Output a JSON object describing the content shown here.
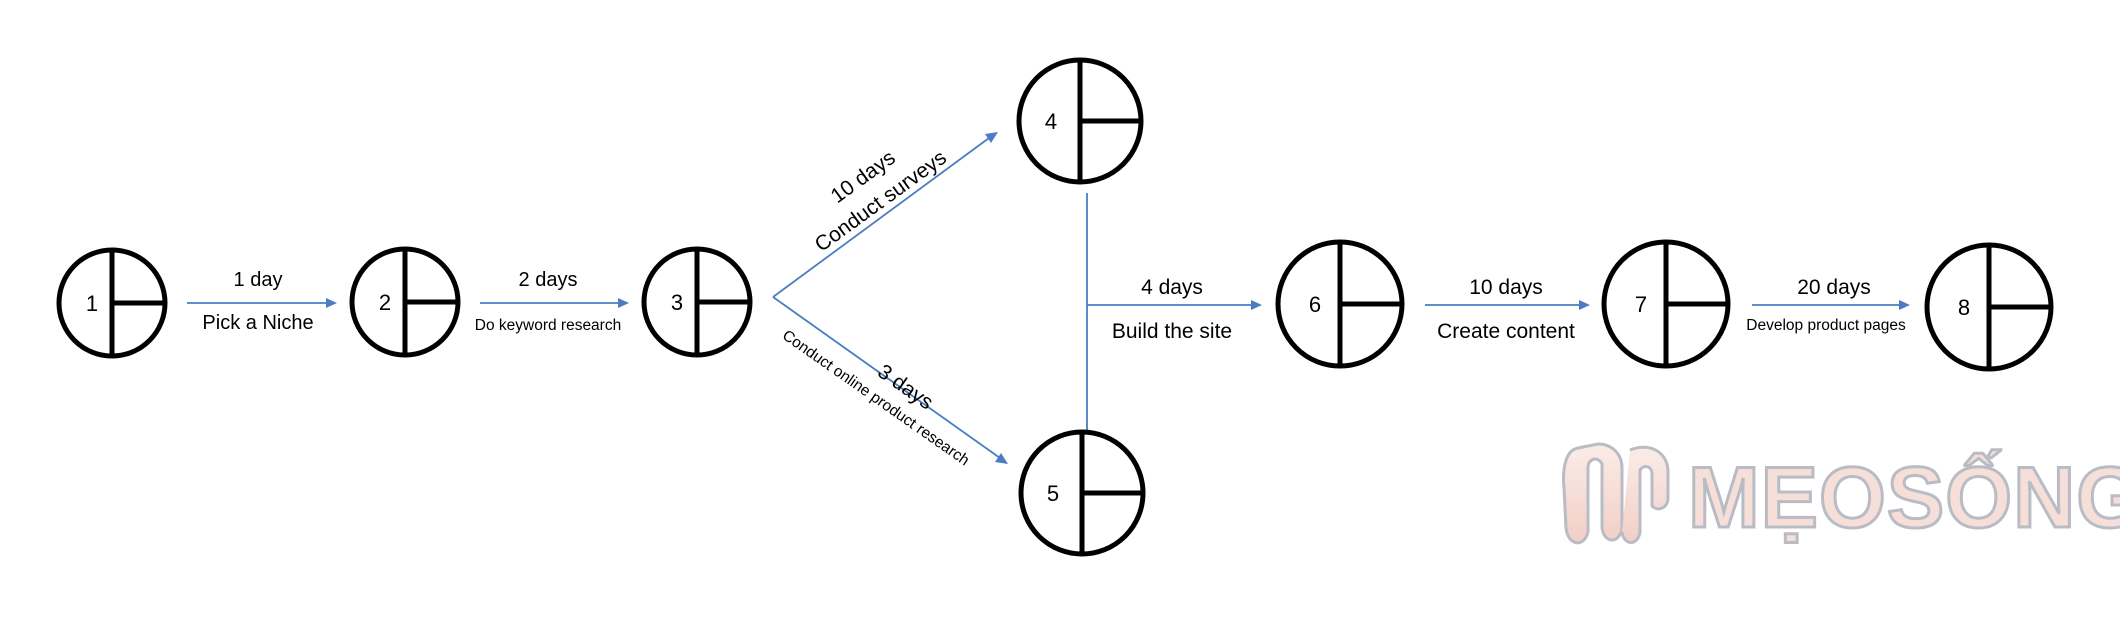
{
  "nodes": [
    {
      "id": "1",
      "label": "1"
    },
    {
      "id": "2",
      "label": "2"
    },
    {
      "id": "3",
      "label": "3"
    },
    {
      "id": "4",
      "label": "4"
    },
    {
      "id": "5",
      "label": "5"
    },
    {
      "id": "6",
      "label": "6"
    },
    {
      "id": "7",
      "label": "7"
    },
    {
      "id": "8",
      "label": "8"
    }
  ],
  "edges": [
    {
      "from": "1",
      "to": "2",
      "duration": "1 day",
      "task": "Pick a Niche"
    },
    {
      "from": "2",
      "to": "3",
      "duration": "2 days",
      "task": "Do keyword research"
    },
    {
      "from": "3",
      "to": "4",
      "duration": "10 days",
      "task": "Conduct surveys"
    },
    {
      "from": "3",
      "to": "5",
      "duration": "3 days",
      "task": "Conduct online product research"
    },
    {
      "from": "4-5",
      "to": "6",
      "duration": "4 days",
      "task": "Build the site"
    },
    {
      "from": "6",
      "to": "7",
      "duration": "10 days",
      "task": "Create content"
    },
    {
      "from": "7",
      "to": "8",
      "duration": "20 days",
      "task": "Develop product pages"
    }
  ],
  "watermark": {
    "text": "MẸOSỐNG",
    "logo": "meosong-logo-icon"
  },
  "colors": {
    "edge": "#4a7ec0",
    "node": "#000000"
  }
}
